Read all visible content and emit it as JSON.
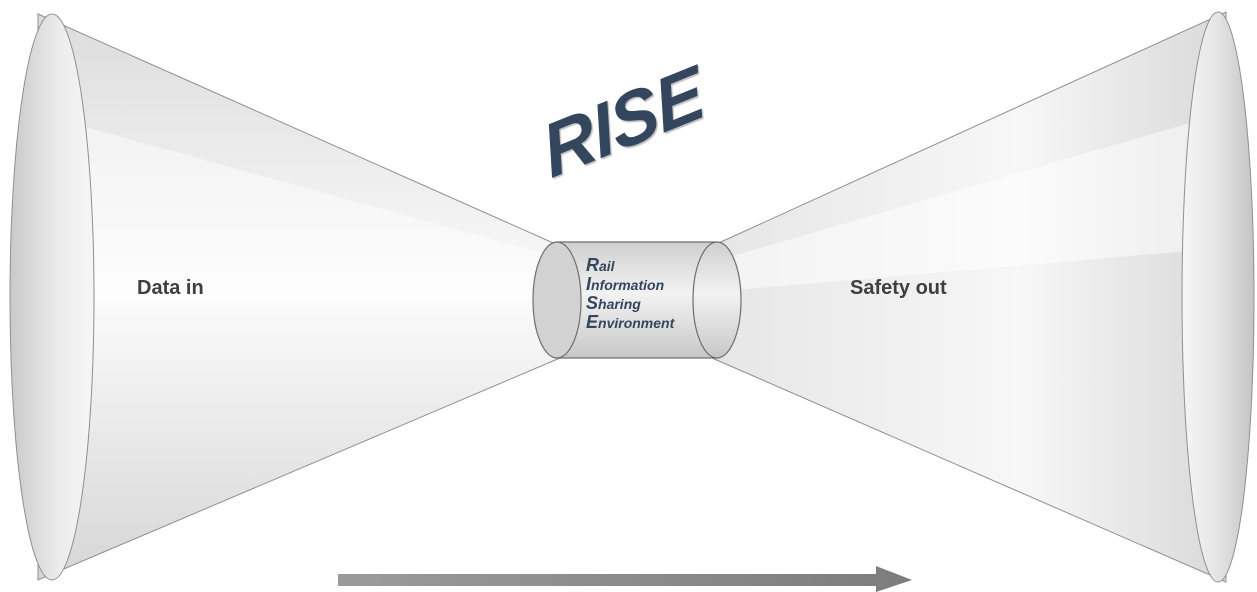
{
  "labels": {
    "input": "Data in",
    "output": "Safety out"
  },
  "title": "RISE",
  "acronym": [
    {
      "initial": "R",
      "rest": "ail"
    },
    {
      "initial": "I",
      "rest": "nformation"
    },
    {
      "initial": "S",
      "rest": "haring"
    },
    {
      "initial": "E",
      "rest": "nvironment"
    }
  ],
  "colors": {
    "funnel": "#e9e9e9",
    "funnel_edge": "#9a9a9a",
    "text": "#3f3f3f",
    "rise": "#34465d",
    "arrow": "#8a8a8a"
  }
}
